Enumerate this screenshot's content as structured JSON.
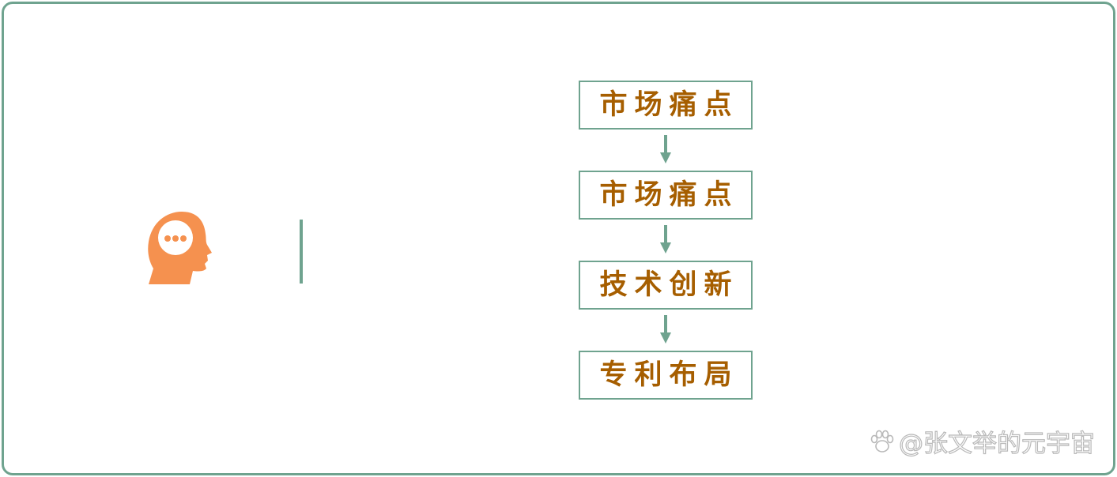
{
  "diagram": {
    "steps": [
      {
        "label": "市场痛点"
      },
      {
        "label": "市场痛点"
      },
      {
        "label": "技术创新"
      },
      {
        "label": "专利布局"
      }
    ],
    "icons": {
      "head": "head-with-speech-bubble-icon",
      "arrow": "arrow-down-icon",
      "watermark": "paw-icon"
    },
    "colors": {
      "frame": "#6fa38f",
      "text": "#a65e00",
      "head": "#f5914f"
    }
  },
  "watermark": {
    "text": "@张文举的元宇宙"
  }
}
